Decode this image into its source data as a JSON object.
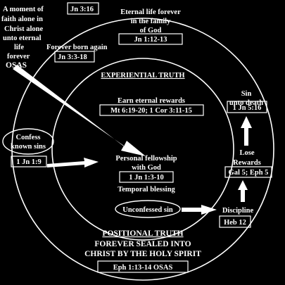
{
  "moment": {
    "lines": [
      "A moment of",
      "faith alone in",
      "Christ alone",
      "unto eternal",
      "life",
      "forever",
      "OSAS"
    ],
    "ref": "Jn 3:16"
  },
  "eternal_life": {
    "lines": [
      "Eternal life forever",
      "in the family",
      "of God"
    ],
    "ref": "Jn 1:12-13"
  },
  "born_again": {
    "label": "Forever born again",
    "ref": "Jn 3:3-18"
  },
  "experiential": {
    "title": "EXPERIENTIAL TRUTH",
    "rewards_label": "Earn  eternal rewards",
    "rewards_ref": "Mt 6:19-20; 1 Cor 3:11-15"
  },
  "fellowship": {
    "lines": [
      "Personal fellowship",
      "with God"
    ],
    "ref": "1 Jn 1:3-10",
    "blessing": "Temporal blessing"
  },
  "confess": {
    "lines": [
      "Confess",
      "known sins"
    ],
    "ref": "1 Jn 1:9"
  },
  "sin_unto_death": {
    "lines": [
      "Sin",
      "unto death"
    ],
    "ref": "1 Jn 5:16"
  },
  "lose_rewards": {
    "lines": [
      "Lose",
      "Rewards"
    ],
    "ref": "Gal 5; Eph 5"
  },
  "unconfessed": {
    "label": "Unconfessed sin"
  },
  "discipline": {
    "label": "Discipline",
    "ref": "Heb 12"
  },
  "positional": {
    "title": "POSITIONAL TRUTH",
    "lines": [
      "FOREVER SEALED INTO",
      "CHRIST BY THE HOLY SPIRIT"
    ],
    "ref": "Eph 1:13-14   OSAS"
  }
}
